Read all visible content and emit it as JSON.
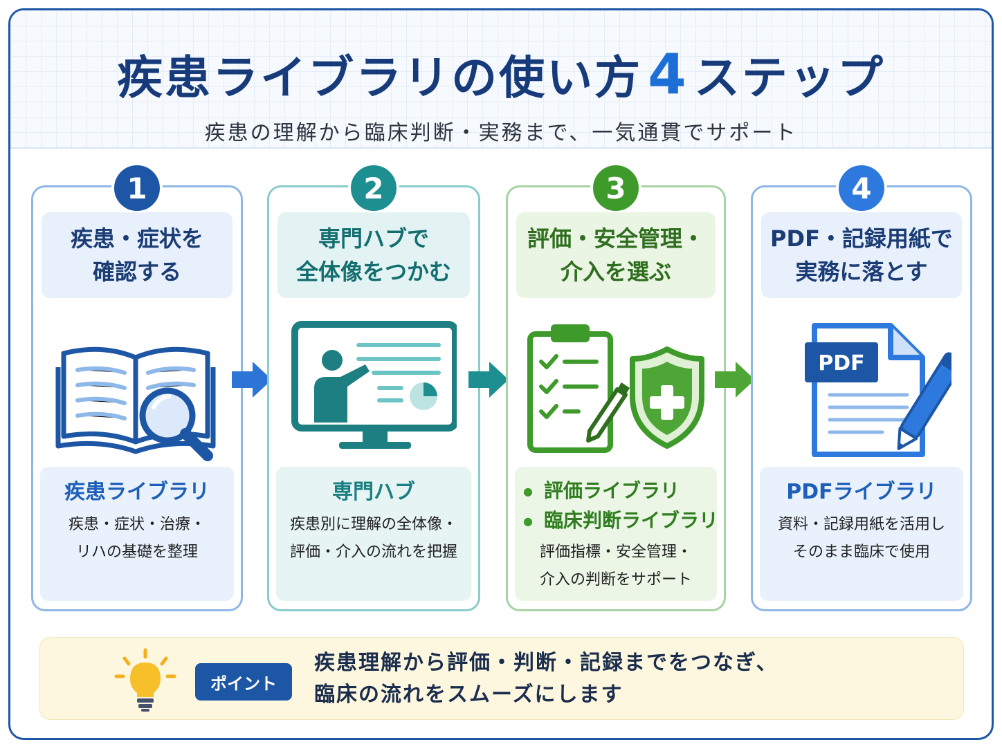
{
  "header": {
    "title_main": "疾患ライブラリの使い方",
    "title_num": "4",
    "title_suffix": "ステップ",
    "subtitle": "疾患の理解から臨床判断・実務まで、一気通貫でサポート"
  },
  "steps": [
    {
      "number": "1",
      "title_line1": "疾患・症状を",
      "title_line2": "確認する",
      "icon": "open-book-magnifier-icon",
      "library": "疾患ライブラリ",
      "desc_line1": "疾患・症状・治療・",
      "desc_line2": "リハの基礎を整理"
    },
    {
      "number": "2",
      "title_line1": "専門ハブで",
      "title_line2": "全体像をつかむ",
      "icon": "presentation-monitor-icon",
      "library": "専門ハブ",
      "desc_line1": "疾患別に理解の全体像・",
      "desc_line2": "評価・介入の流れを把握"
    },
    {
      "number": "3",
      "title_line1": "評価・安全管理・",
      "title_line2": "介入を選ぶ",
      "icon": "clipboard-shield-icon",
      "bullets": [
        "評価ライブラリ",
        "臨床判断ライブラリ"
      ],
      "desc_line1": "評価指標・安全管理・",
      "desc_line2": "介入の判断をサポート"
    },
    {
      "number": "4",
      "title_line1": "PDF・記録用紙で",
      "title_line2": "実務に落とす",
      "icon": "pdf-document-pen-icon",
      "icon_label": "PDF",
      "library": "PDFライブラリ",
      "desc_line1": "資料・記録用紙を活用し",
      "desc_line2": "そのまま臨床で使用"
    }
  ],
  "point": {
    "badge": "ポイント",
    "text_line1": "疾患理解から評価・判断・記録までをつなぎ、",
    "text_line2": "臨床の流れをスムーズにします"
  },
  "colors": {
    "step1": "#1d56a4",
    "step2": "#1d8f91",
    "step3": "#3e9a2a",
    "step4": "#2d79dd",
    "title": "#173b7a",
    "point_bg": "#fdf7df"
  }
}
